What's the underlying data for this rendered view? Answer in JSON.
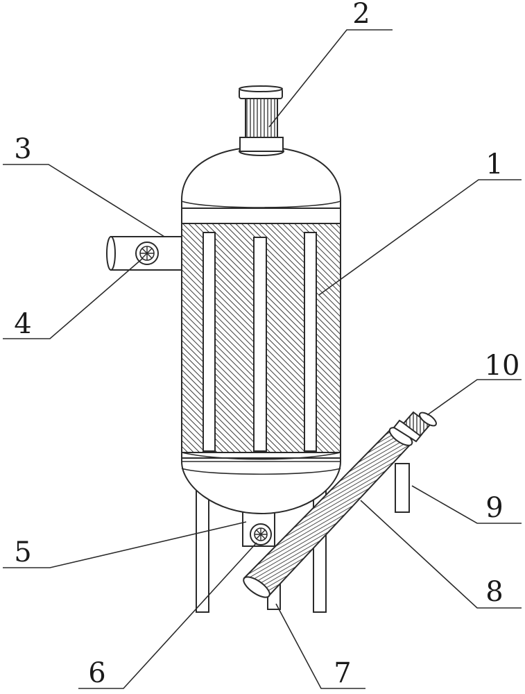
{
  "callouts": {
    "c1": "1",
    "c2": "2",
    "c3": "3",
    "c4": "4",
    "c5": "5",
    "c6": "6",
    "c7": "7",
    "c8": "8",
    "c9": "9",
    "c10": "10"
  },
  "colors": {
    "line": "#2a2a2a",
    "background": "#ffffff"
  }
}
